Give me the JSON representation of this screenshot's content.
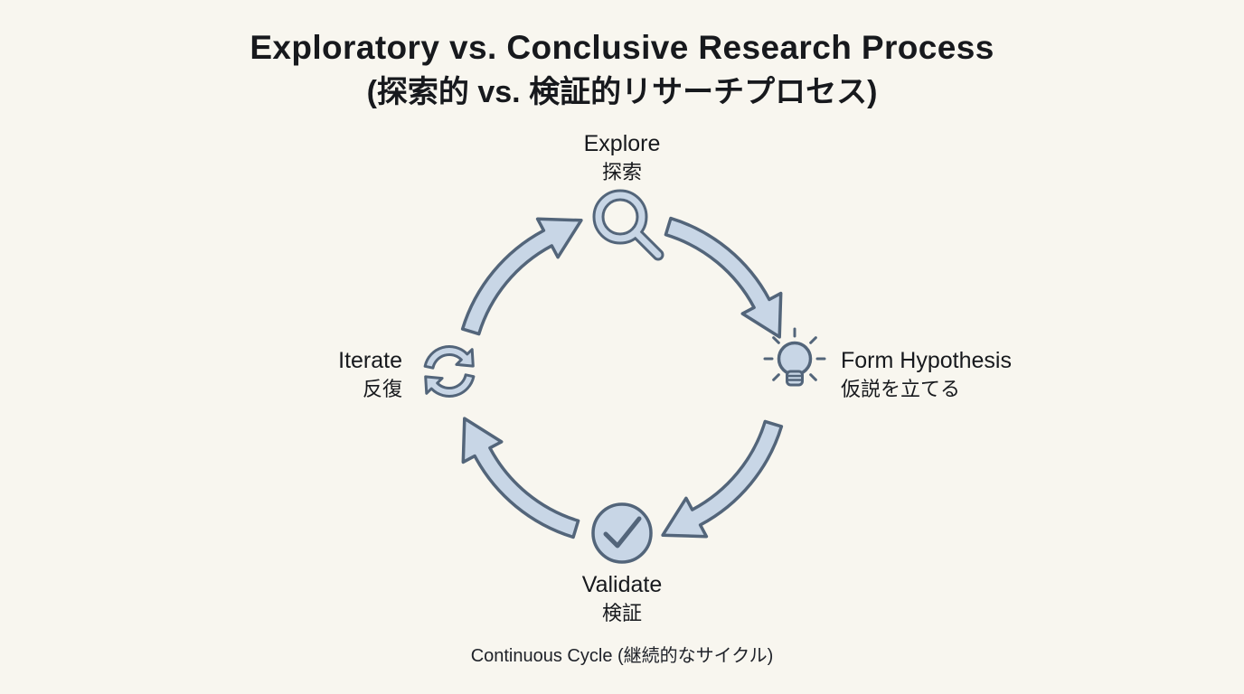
{
  "title": {
    "line1": "Exploratory vs. Conclusive Research Process",
    "line2": "(探索的 vs. 検証的リサーチプロセス)"
  },
  "nodes": [
    {
      "id": "explore",
      "label_en": "Explore",
      "label_ja": "探索",
      "icon": "magnifier-icon"
    },
    {
      "id": "form-hypothesis",
      "label_en": "Form Hypothesis",
      "label_ja": "仮説を立てる",
      "icon": "lightbulb-icon"
    },
    {
      "id": "validate",
      "label_en": "Validate",
      "label_ja": "検証",
      "icon": "checkmark-circle-icon"
    },
    {
      "id": "iterate",
      "label_en": "Iterate",
      "label_ja": "反復",
      "icon": "refresh-icon"
    }
  ],
  "caption": "Continuous Cycle (継続的なサイクル)",
  "colors": {
    "background": "#f8f6ef",
    "arrow_fill": "#c8d6e6",
    "arrow_outline": "#53657a",
    "icon_fill": "#c8d6e6",
    "icon_outline": "#53657a",
    "title_text": "#17191d",
    "label_text": "#17191d",
    "caption_text": "#20232a"
  }
}
